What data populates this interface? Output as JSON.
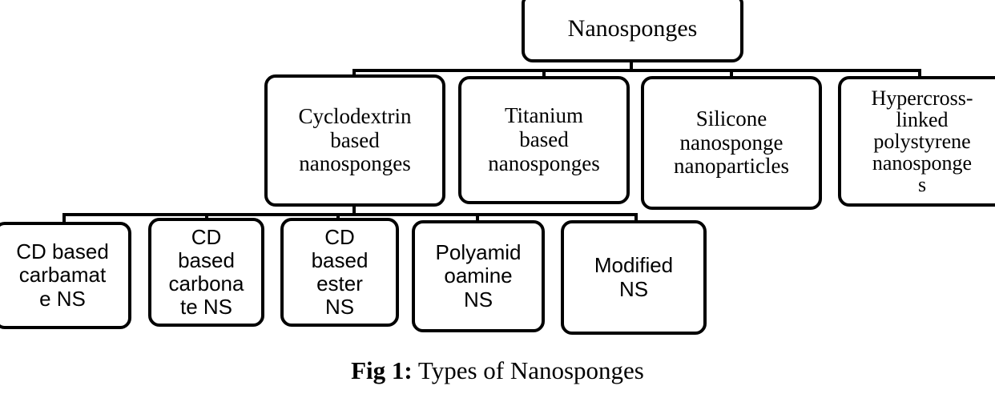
{
  "figure": {
    "title": "Types of Nanosponges",
    "caption_label": "Fig 1:",
    "caption_text": " Types of Nanosponges",
    "colors": {
      "background": "#ffffff",
      "stroke": "#000000",
      "text": "#000000"
    }
  },
  "tree": {
    "root": {
      "label": "Nanosponges"
    },
    "level2": [
      {
        "label": "Cyclodextrin\nbased\nnanosponges"
      },
      {
        "label": "Titanium\nbased\nnanosponges"
      },
      {
        "label": "Silicone\nnanosponge\nnanoparticles"
      },
      {
        "label": "Hypercross-\nlinked\npolystyrene\nnanosponge\ns"
      }
    ],
    "level3": [
      {
        "label": "CD based\ncarbamat\ne NS"
      },
      {
        "label": "CD\nbased\ncarbona\nte NS"
      },
      {
        "label": "CD\nbased\nester\nNS"
      },
      {
        "label": "Polyamid\noamine\nNS"
      },
      {
        "label": "Modified\nNS"
      }
    ]
  }
}
